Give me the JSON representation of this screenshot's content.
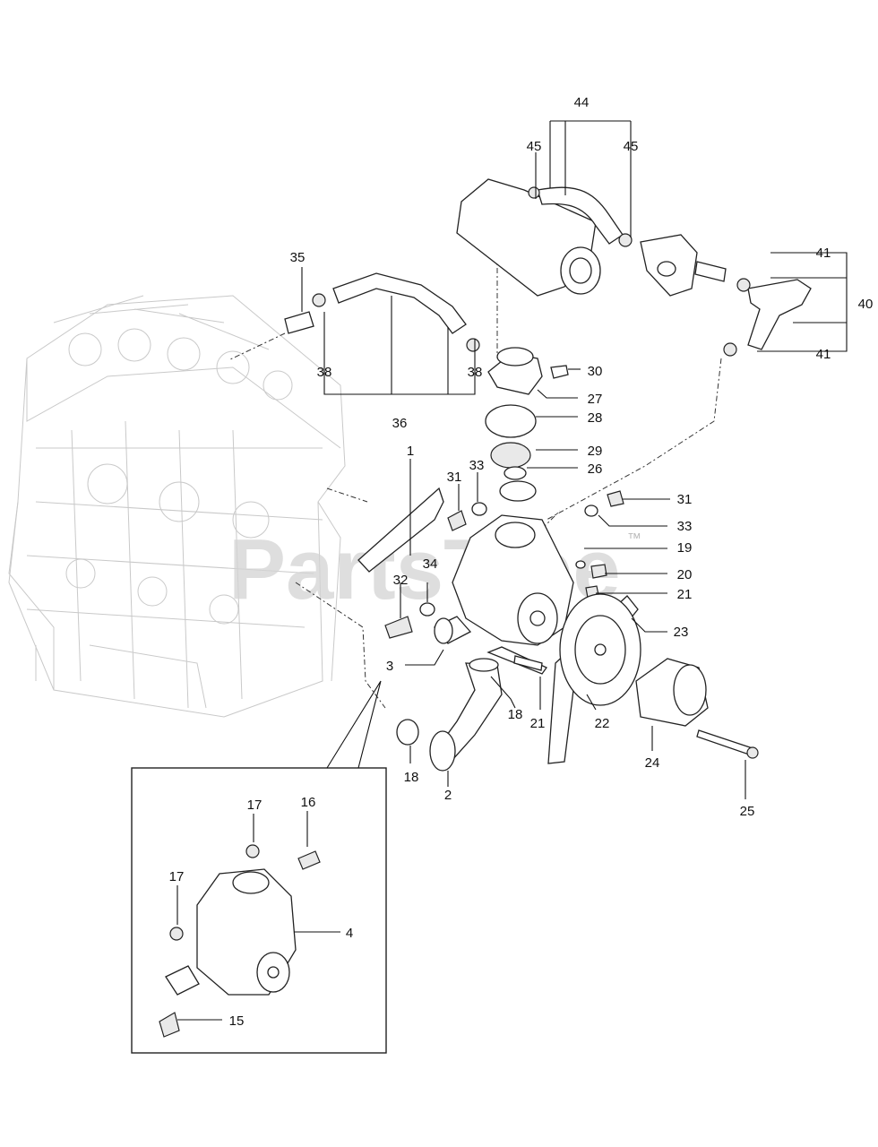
{
  "watermark": {
    "text": "PartsTree",
    "trademark": "™"
  },
  "callouts": {
    "c1": "1",
    "c2": "2",
    "c3": "3",
    "c4": "4",
    "c15": "15",
    "c16": "16",
    "c17a": "17",
    "c17b": "17",
    "c18a": "18",
    "c18b": "18",
    "c19": "19",
    "c20": "20",
    "c21a": "21",
    "c21b": "21",
    "c22": "22",
    "c23": "23",
    "c24": "24",
    "c25": "25",
    "c26": "26",
    "c27": "27",
    "c28": "28",
    "c29": "29",
    "c30": "30",
    "c31a": "31",
    "c31b": "31",
    "c32": "32",
    "c33a": "33",
    "c33b": "33",
    "c34": "34",
    "c35": "35",
    "c36": "36",
    "c38a": "38",
    "c38b": "38",
    "c40": "40",
    "c41a": "41",
    "c41b": "41",
    "c44": "44",
    "c45a": "45",
    "c45b": "45"
  }
}
